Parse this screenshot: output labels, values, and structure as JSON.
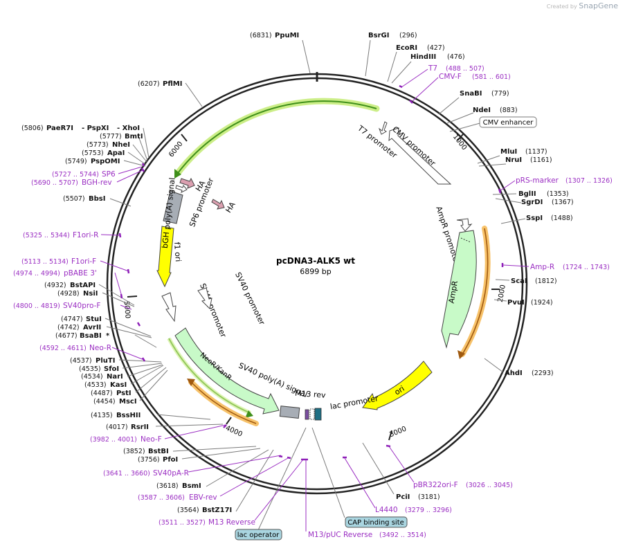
{
  "branding": {
    "created_by": "Created by",
    "app": "SnapGene"
  },
  "plasmid": {
    "name": "pcDNA3-ALK5 wt",
    "length_label": "6899 bp",
    "length": 6899
  },
  "ticks": [
    {
      "bp": 1000,
      "label": "1000"
    },
    {
      "bp": 2000,
      "label": "2000"
    },
    {
      "bp": 3000,
      "label": "3000"
    },
    {
      "bp": 4000,
      "label": "4000"
    },
    {
      "bp": 5000,
      "label": "5000"
    },
    {
      "bp": 6000,
      "label": "6000"
    }
  ],
  "colors": {
    "backbone": "#222222",
    "enzyme": "#111111",
    "primer": "#9a2dc2",
    "primer_bar": "#8e1fb8",
    "ori": "#ffff00",
    "marker": "#c8fac8",
    "orf_line": "#3f8f1a",
    "orf_glow": "#ccee88",
    "neo_glow": "#f7c26a",
    "neo_line": "#a05a10",
    "promoter": "#ffffff",
    "terminator": "#a7adb5",
    "ha": "#dba0b0",
    "misc_box": "#a9d5e0"
  },
  "enzymes": [
    {
      "name": "PpuMI",
      "pos": "(6831)"
    },
    {
      "name": "BsrGI",
      "pos": "(296)"
    },
    {
      "name": "EcoRI",
      "pos": "(427)"
    },
    {
      "name": "HindIII",
      "pos": "(476)"
    },
    {
      "name": "SnaBI",
      "pos": "(779)"
    },
    {
      "name": "NdeI",
      "pos": "(883)"
    },
    {
      "name": "MluI",
      "pos": "(1137)"
    },
    {
      "name": "NruI",
      "pos": "(1161)"
    },
    {
      "name": "BglII",
      "pos": "(1353)"
    },
    {
      "name": "SgrDI",
      "pos": "(1367)"
    },
    {
      "name": "SspI",
      "pos": "(1488)"
    },
    {
      "name": "ScaI",
      "pos": "(1812)"
    },
    {
      "name": "PvuI",
      "pos": "(1924)"
    },
    {
      "name": "AhdI",
      "pos": "(2293)"
    },
    {
      "name": "PciI",
      "pos": "(3181)"
    },
    {
      "name": "BstZ17I",
      "pos": "(3564)"
    },
    {
      "name": "BsmI",
      "pos": "(3618)"
    },
    {
      "name": "PfoI",
      "pos": "(3756)"
    },
    {
      "name": "BstBI",
      "pos": "(3852)"
    },
    {
      "name": "RsrII",
      "pos": "(4017)"
    },
    {
      "name": "BssHII",
      "pos": "(4135)"
    },
    {
      "name": "MscI",
      "pos": "(4454)"
    },
    {
      "name": "PstI",
      "pos": "(4487)"
    },
    {
      "name": "KasI",
      "pos": "(4533)"
    },
    {
      "name": "NarI",
      "pos": "(4534)"
    },
    {
      "name": "SfoI",
      "pos": "(4535)"
    },
    {
      "name": "PluTI",
      "pos": "(4537)"
    },
    {
      "name": "BsaBI",
      "pos": "(4677)",
      "suffix": "*"
    },
    {
      "name": "AvrII",
      "pos": "(4742)"
    },
    {
      "name": "StuI",
      "pos": "(4747)"
    },
    {
      "name": "NsiI",
      "pos": "(4928)"
    },
    {
      "name": "BstAPI",
      "pos": "(4932)"
    },
    {
      "name": "BbsI",
      "pos": "(5507)"
    },
    {
      "name": "PspOMI",
      "pos": "(5749)"
    },
    {
      "name": "ApaI",
      "pos": "(5753)"
    },
    {
      "name": "NheI",
      "pos": "(5773)"
    },
    {
      "name": "BmtI",
      "pos": "(5777)"
    },
    {
      "name": "PaeR7I",
      "pos": "(5806)",
      "names_extra": [
        "- PspXI",
        "- XhoI"
      ]
    },
    {
      "name": "PflMI",
      "pos": "(6207)"
    }
  ],
  "primers": [
    {
      "name": "T7",
      "range": "(488 .. 507)"
    },
    {
      "name": "CMV-F",
      "range": "(581 .. 601)"
    },
    {
      "name": "pRS-marker",
      "range": "(1307 .. 1326)"
    },
    {
      "name": "Amp-R",
      "range": "(1724 .. 1743)"
    },
    {
      "name": "pBR322ori-F",
      "range": "(3026 .. 3045)"
    },
    {
      "name": "L4440",
      "range": "(3279 .. 3296)"
    },
    {
      "name": "M13/pUC Reverse",
      "range": "(3492 .. 3514)"
    },
    {
      "name": "M13 Reverse",
      "range": "(3511 .. 3527)"
    },
    {
      "name": "EBV-rev",
      "range": "(3587 .. 3606)"
    },
    {
      "name": "SV40pA-R",
      "range": "(3641 .. 3660)"
    },
    {
      "name": "Neo-F",
      "range": "(3982 .. 4001)"
    },
    {
      "name": "Neo-R",
      "range": "(4592 .. 4611)"
    },
    {
      "name": "SV40pro-F",
      "range": "(4800 .. 4819)"
    },
    {
      "name": "pBABE 3'",
      "range": "(4974 .. 4994)"
    },
    {
      "name": "F1ori-F",
      "range": "(5113 .. 5134)"
    },
    {
      "name": "F1ori-R",
      "range": "(5325 .. 5344)"
    },
    {
      "name": "BGH-rev",
      "range": "(5690 .. 5707)"
    },
    {
      "name": "SP6",
      "range": "(5727 .. 5744)"
    }
  ],
  "boxed_labels": {
    "cmv_enhancer": "CMV enhancer",
    "cap_site": "CAP binding site",
    "lac_operator": "lac operator"
  },
  "features": {
    "cmv_promoter": "CMV promoter",
    "t7_promoter": "T7 promoter",
    "ampr_promoter": "AmpR promoter",
    "ampr": "AmpR",
    "ori": "ori",
    "lac_promoter": "lac promoter",
    "m13_rev": "M13 rev",
    "sv40_polya": "SV40 poly(A) signal",
    "neor": "NeoR/KanR",
    "sv40_promoter_1": "SV40 promoter",
    "sv40_promoter_2": "SV40 promoter",
    "f1_ori": "f1 ori",
    "bgh_polya": "bGH poly(A) signal",
    "sp6_promoter": "SP6 promoter",
    "ha_1": "HA",
    "ha_2": "HA"
  }
}
